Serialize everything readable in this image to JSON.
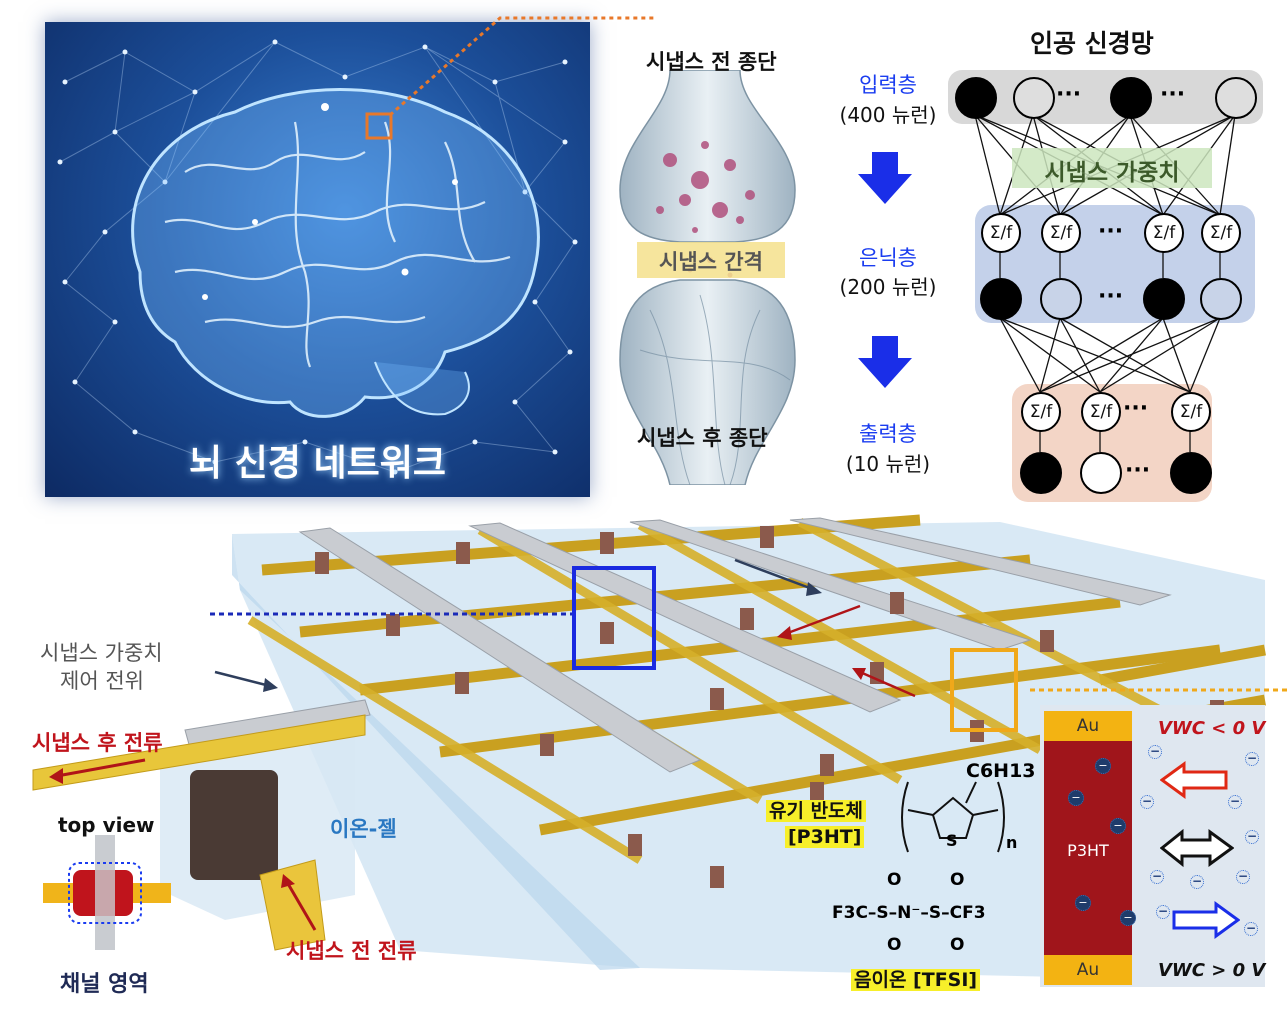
{
  "brain": {
    "title": "뇌 신경 네트워크"
  },
  "synapse": {
    "presynaptic": "시냅스 전 종단",
    "gap": "시냅스 간격",
    "postsynaptic": "시냅스 후 종단"
  },
  "layers": [
    {
      "name": "입력층",
      "count": "(400 뉴런)"
    },
    {
      "name": "은닉층",
      "count": "(200 뉴런)"
    },
    {
      "name": "출력층",
      "count": "(10 뉴런)"
    }
  ],
  "ann": {
    "title": "인공 신경망",
    "weight_label": "시냅스 가중치",
    "sum_label": "Σ/f",
    "ellipsis": "···"
  },
  "bottom": {
    "weight_control_line1": "시냅스 가중치",
    "weight_control_line2": "제어 전위",
    "post_current": "시냅스 후 전류",
    "pre_current": "시냅스 전 전류",
    "top_view": "top view",
    "channel_area": "채널 영역",
    "ion_gel": "이온-젤",
    "organic_semiconductor": "유기 반도체",
    "p3ht_tag": "[P3HT]",
    "anion": "음이온 [TFSI]",
    "c6h13": "C6H13",
    "sulfur": "S",
    "n_sub": "n",
    "tfsi_formula": "F3C–S–N⁻–S–CF3",
    "oxygen": "O"
  },
  "device": {
    "au_top": "Au",
    "au_bottom": "Au",
    "p3ht": "P3HT",
    "vwc_neg": "VWC < 0 V",
    "vwc_pos": "VWC > 0 V"
  },
  "colors": {
    "brain_blue": "#1c4f9a",
    "highlight_orange": "#e8782a",
    "arrow_blue": "#1a3cf0",
    "channel_red": "#a0151b",
    "gold": "#f3b312"
  }
}
